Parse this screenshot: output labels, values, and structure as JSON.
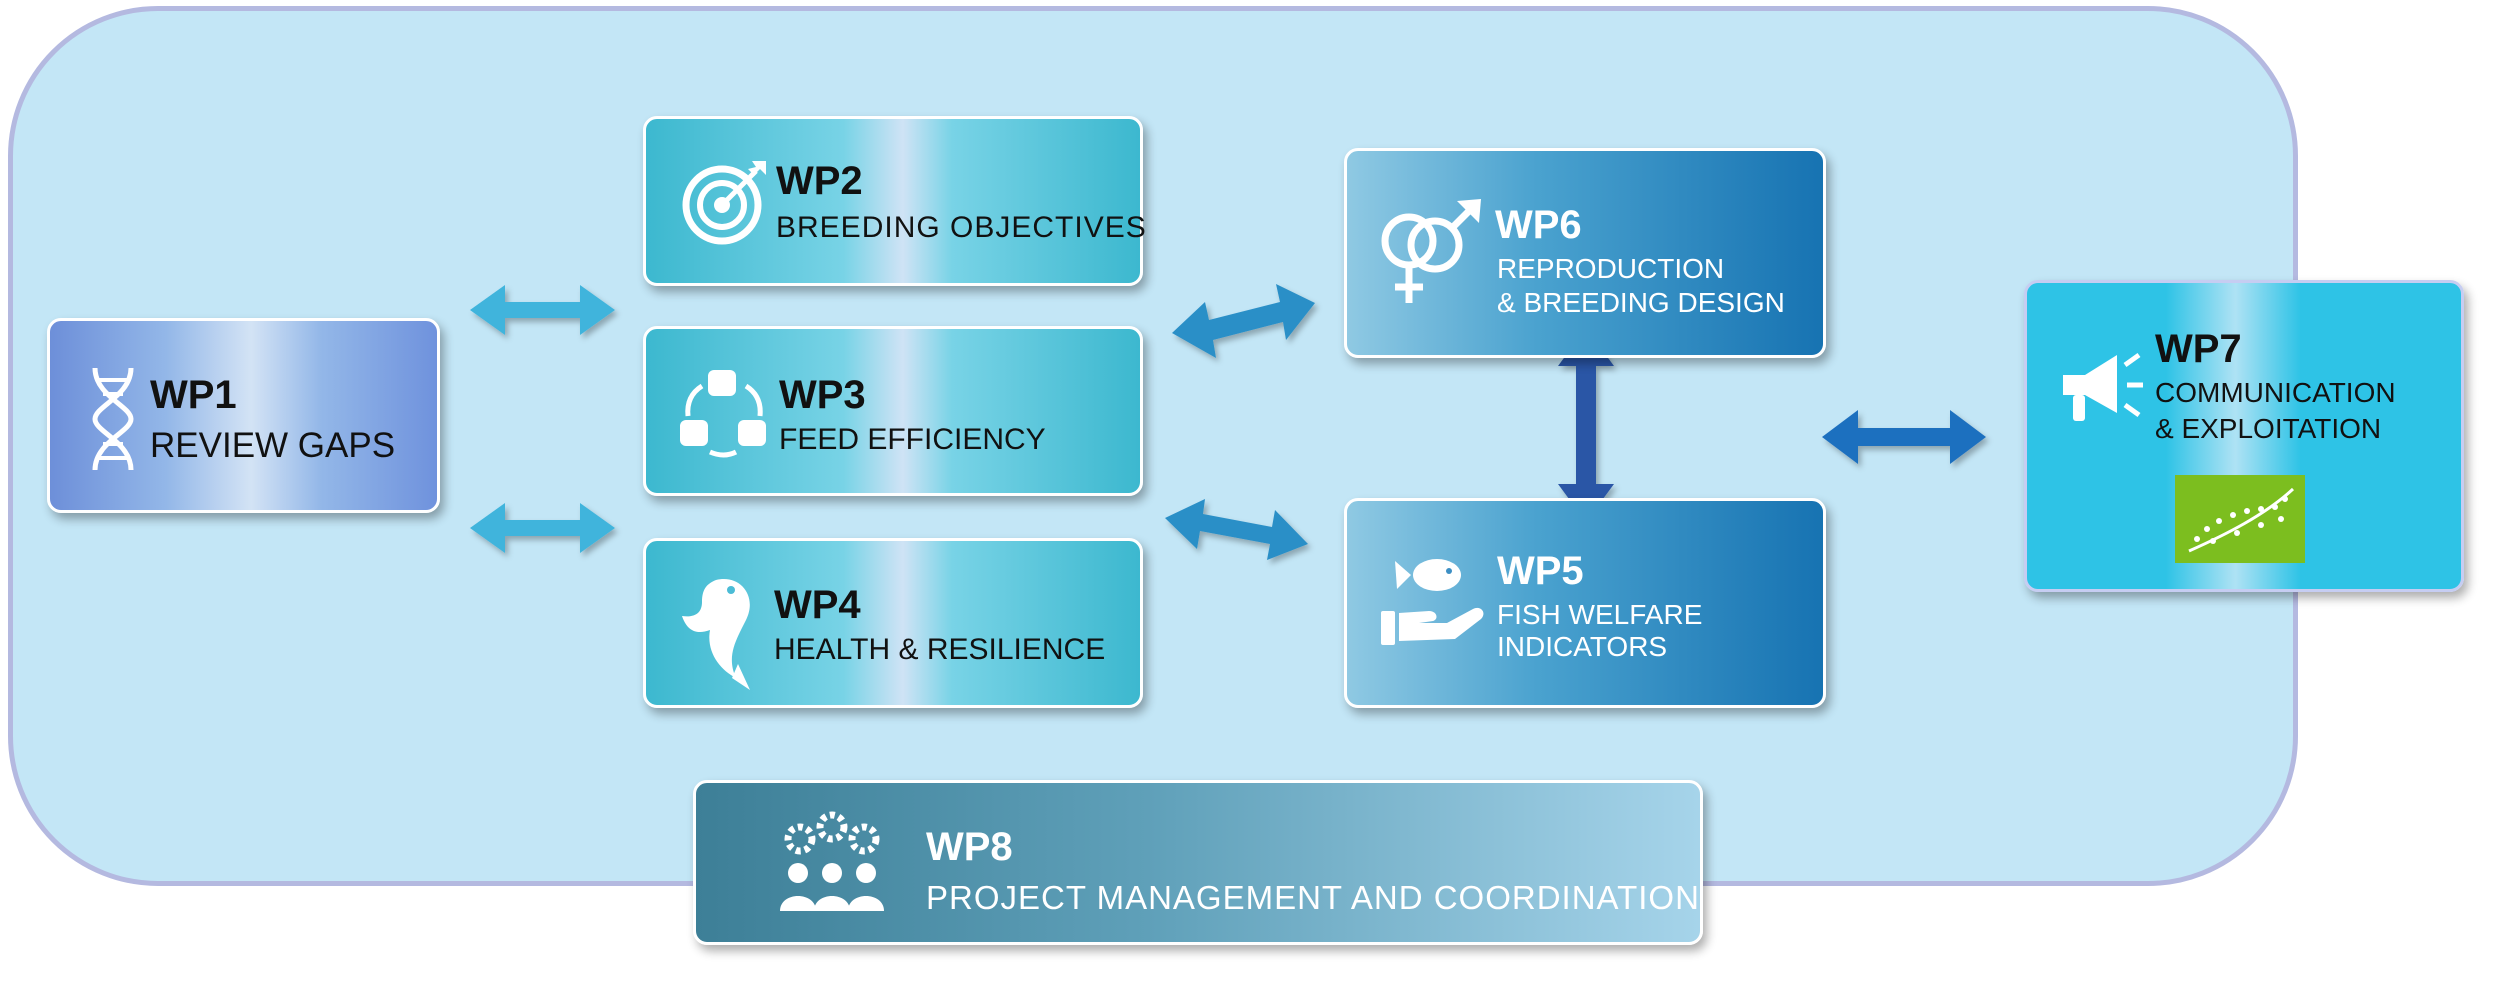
{
  "wp1": {
    "id": "WP1",
    "title": "REVIEW GAPS",
    "icon": "dna-icon"
  },
  "wp2": {
    "id": "WP2",
    "title": "BREEDING OBJECTIVES",
    "icon": "target-icon"
  },
  "wp3": {
    "id": "WP3",
    "title": "FEED EFFICIENCY",
    "icon": "cycle-icon"
  },
  "wp4": {
    "id": "WP4",
    "title": "HEALTH & RESILIENCE",
    "icon": "fish-jump-icon"
  },
  "wp5": {
    "id": "WP5",
    "title_line1": "FISH WELFARE",
    "title_line2": "INDICATORS",
    "icon": "hand-fish-icon"
  },
  "wp6": {
    "id": "WP6",
    "title_line1": "REPRODUCTION",
    "title_line2": "& BREEDING DESIGN",
    "icon": "gender-symbols-icon"
  },
  "wp7": {
    "id": "WP7",
    "title_line1": "COMMUNICATION",
    "title_line2": "& EXPLOITATION",
    "icon": "megaphone-icon",
    "logo": "eu-organic-leaf-logo"
  },
  "wp8": {
    "id": "WP8",
    "title": "PROJECT MANAGEMENT AND COORDINATION",
    "icon": "team-gears-icon"
  },
  "colors": {
    "panel": "#c3e6f6",
    "panel_border": "#b4b9e0",
    "arrow_light": "#3fb4dc",
    "arrow_mid": "#2b8fc7",
    "arrow_dark": "#2c56a6",
    "arrow_deep": "#1f6fbf",
    "eu_green": "#7cbe1f"
  }
}
